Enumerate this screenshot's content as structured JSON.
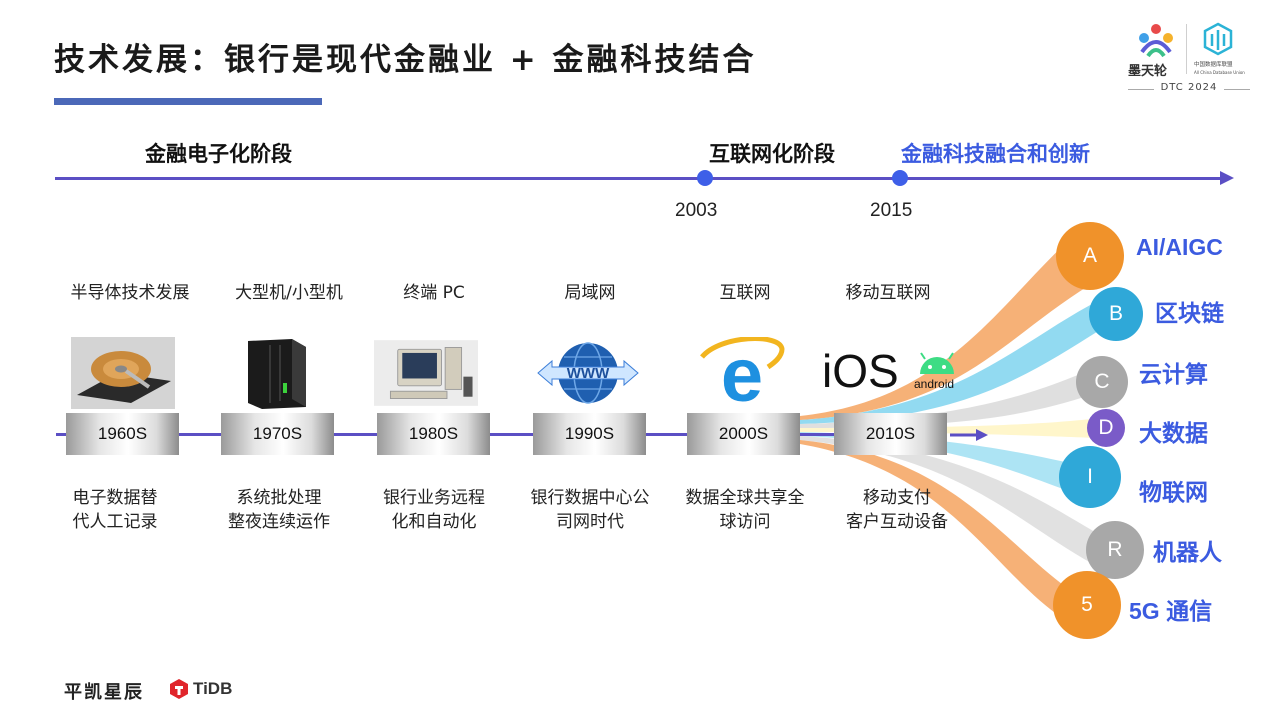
{
  "title": "技术发展：银行是现代金融业 + 金融科技结合",
  "brand": {
    "name": "墨天轮",
    "alliance_cn": "中国数据库联盟",
    "alliance_en": "All China Database Union",
    "event": "DTC 2024"
  },
  "stages": {
    "electronic": "金融电子化阶段",
    "internet": "互联网化阶段",
    "fintech": "金融科技融合和创新"
  },
  "years": [
    "2003",
    "2015"
  ],
  "eras": [
    {
      "label": "半导体技术发展",
      "decade": "1960S",
      "desc": [
        "电子数据替",
        "代人工记录"
      ],
      "image": "hard-disk"
    },
    {
      "label": "大型机/小型机",
      "decade": "1970S",
      "desc": [
        "系统批处理",
        "整夜连续运作"
      ],
      "image": "mainframe-server"
    },
    {
      "label": "终端 PC",
      "decade": "1980S",
      "desc": [
        "银行业务远程",
        "化和自动化"
      ],
      "image": "desktop-pc"
    },
    {
      "label": "局域网",
      "decade": "1990S",
      "desc": [
        "银行数据中心公",
        "司网时代"
      ],
      "image": "www-globe"
    },
    {
      "label": "互联网",
      "decade": "2000S",
      "desc": [
        "数据全球共享全",
        "球访问"
      ],
      "image": "internet-explorer"
    },
    {
      "label": "移动互联网",
      "decade": "2010S",
      "desc": [
        "移动支付",
        "客户互动设备"
      ],
      "image": "ios-android"
    }
  ],
  "mobile_logos": {
    "ios": "iOS",
    "android": "android"
  },
  "technologies": [
    {
      "letter": "A",
      "label": "AI/AIGC",
      "color": "#f0922a"
    },
    {
      "letter": "B",
      "label": "区块链",
      "color": "#2fa8d8"
    },
    {
      "letter": "C",
      "label": "云计算",
      "color": "#a8a8a8"
    },
    {
      "letter": "D",
      "label": "大数据",
      "color": "#7a5bc8"
    },
    {
      "letter": "I",
      "label": "物联网",
      "color": "#2fa8d8"
    },
    {
      "letter": "R",
      "label": "机器人",
      "color": "#a8a8a8"
    },
    {
      "letter": "5",
      "label": "5G 通信",
      "color": "#f0922a"
    }
  ],
  "footer": {
    "company": "平凯星辰",
    "product": "TiDB"
  }
}
